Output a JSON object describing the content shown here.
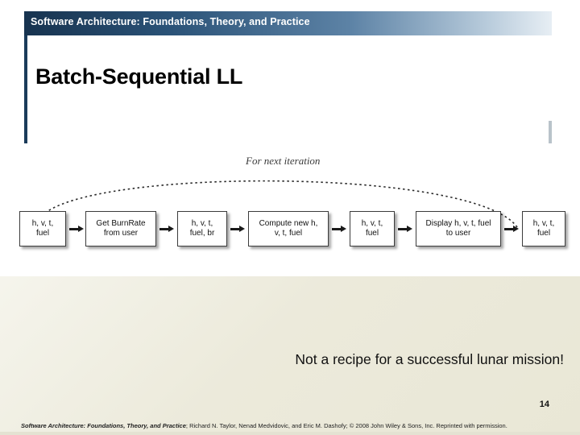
{
  "header": {
    "text": "Software Architecture: Foundations, Theory, and Practice"
  },
  "title": "Batch-Sequential LL",
  "diagram": {
    "loop_label": "For next iteration",
    "nodes": [
      {
        "id": "n1",
        "text": "h, v, t,\nfuel",
        "type": "data"
      },
      {
        "id": "n2",
        "text": "Get BurnRate\nfrom user",
        "type": "process"
      },
      {
        "id": "n3",
        "text": "h, v, t,\nfuel, br",
        "type": "data"
      },
      {
        "id": "n4",
        "text": "Compute new h,\nv, t, fuel",
        "type": "process"
      },
      {
        "id": "n5",
        "text": "h, v, t,\nfuel",
        "type": "data"
      },
      {
        "id": "n6",
        "text": "Display h, v, t, fuel\nto user",
        "type": "process"
      },
      {
        "id": "n7",
        "text": "h, v, t,\nfuel",
        "type": "data"
      }
    ]
  },
  "caption": "Not a recipe for a successful lunar mission!",
  "page_number": "14",
  "footer": {
    "italic_part": "Software Architecture: Foundations, Theory, and Practice",
    "rest_part": "; Richard N. Taylor, Nenad Medvidovic, and Eric M. Dashofy; © 2008 John Wiley & Sons, Inc. Reprinted with permission."
  },
  "colors": {
    "header_start": "#17334f",
    "header_end": "#e7eef4",
    "rule": "#1b3b5a",
    "background": "#ece9da"
  }
}
